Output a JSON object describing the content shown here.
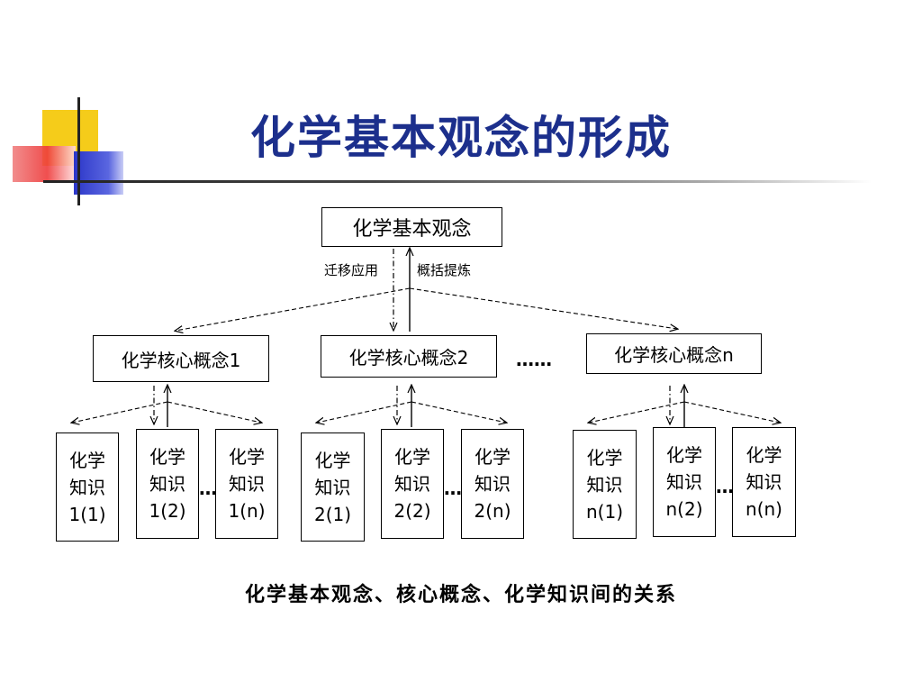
{
  "title": "化学基本观念的形成",
  "top_node": "化学基本观念",
  "arrow_labels": {
    "down": "迁移应用",
    "up": "概括提炼"
  },
  "core_concepts": [
    "化学核心概念1",
    "化学核心概念2",
    "化学核心概念n"
  ],
  "core_ellipsis": "……",
  "knowledge": [
    {
      "line1": "化学",
      "line2": "知识",
      "line3": "1(1)"
    },
    {
      "line1": "化学",
      "line2": "知识",
      "line3": "1(2)"
    },
    {
      "line1": "化学",
      "line2": "知识",
      "line3": "1(n)"
    },
    {
      "line1": "化学",
      "line2": "知识",
      "line3": "2(1)"
    },
    {
      "line1": "化学",
      "line2": "知识",
      "line3": "2(2)"
    },
    {
      "line1": "化学",
      "line2": "知识",
      "line3": "2(n)"
    },
    {
      "line1": "化学",
      "line2": "知识",
      "line3": "n(1)"
    },
    {
      "line1": "化学",
      "line2": "知识",
      "line3": "n(2)"
    },
    {
      "line1": "化学",
      "line2": "知识",
      "line3": "n(n)"
    }
  ],
  "group_ellipsis": "…",
  "caption": "化学基本观念、核心概念、化学知识间的关系",
  "colors": {
    "title": "#1c2f8c",
    "deco_yellow": "#f5cc1a",
    "deco_blue": "#2b36c8",
    "deco_red": "#ee3b3b"
  }
}
